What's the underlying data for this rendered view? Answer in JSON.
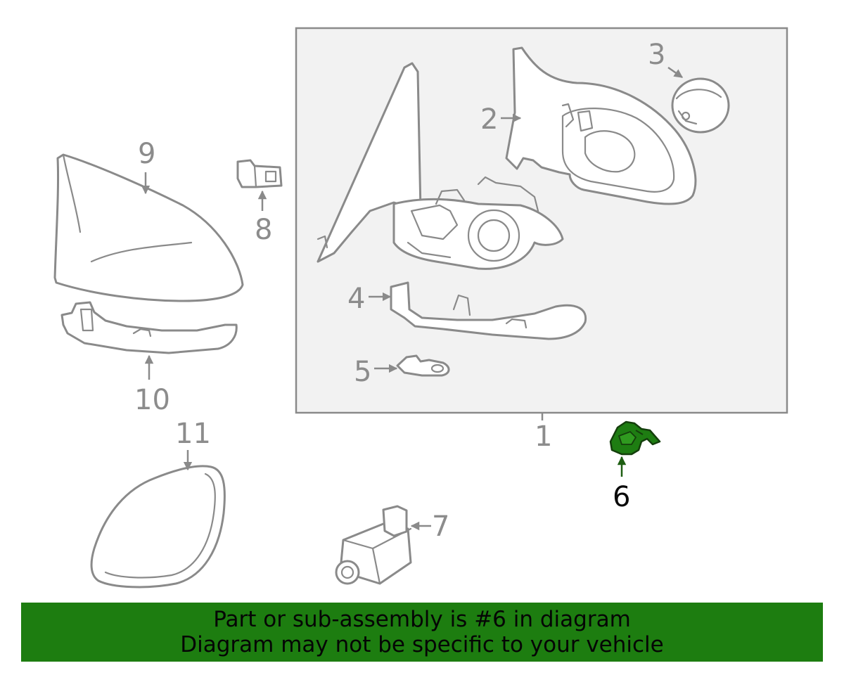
{
  "callouts": {
    "c1": "1",
    "c2": "2",
    "c3": "3",
    "c4": "4",
    "c5": "5",
    "c6": "6",
    "c7": "7",
    "c8": "8",
    "c9": "9",
    "c10": "10",
    "c11": "11"
  },
  "highlighted_part": "6",
  "colors": {
    "highlight_part": "#1e7d12",
    "banner_background": "#1d7d10",
    "callout_text": "#8c8c8c",
    "assembly_box_fill": "#f2f2f2"
  },
  "banner": {
    "line1": "Part or sub-assembly is #6 in diagram",
    "line2": "Diagram may not be specific to your vehicle"
  }
}
